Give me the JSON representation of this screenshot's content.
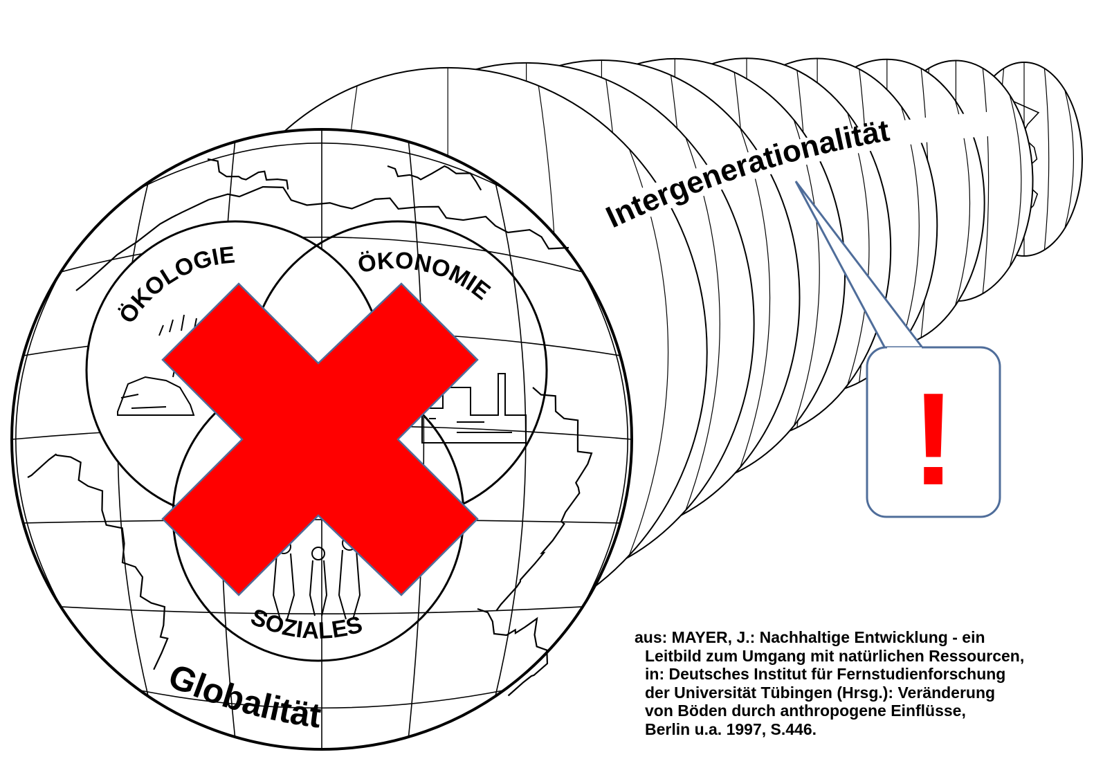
{
  "diagram": {
    "globe_label": "Globalität",
    "tube_label": "Intergenerationalität",
    "circles": {
      "ecology": "ÖKOLOGIE",
      "economy": "ÖKONOMIE",
      "social": "SOZIALES"
    },
    "callout_text": "!",
    "icons": [
      "red-cross-icon",
      "exclamation-callout"
    ],
    "colors": {
      "cross": "#ff0000",
      "cross_outline": "#4f6d9a",
      "callout_border": "#4f6d9a",
      "exclamation": "#ff0000"
    }
  },
  "citation": {
    "lines": [
      "aus: MAYER, J.: Nachhaltige Entwicklung - ein",
      "Leitbild zum Umgang mit natürlichen Ressourcen,",
      "in: Deutsches Institut für Fernstudienforschung",
      "der Universität Tübingen (Hrsg.): Veränderung",
      "von Böden durch anthropogene Einflüsse,",
      "Berlin u.a. 1997, S.446."
    ]
  }
}
